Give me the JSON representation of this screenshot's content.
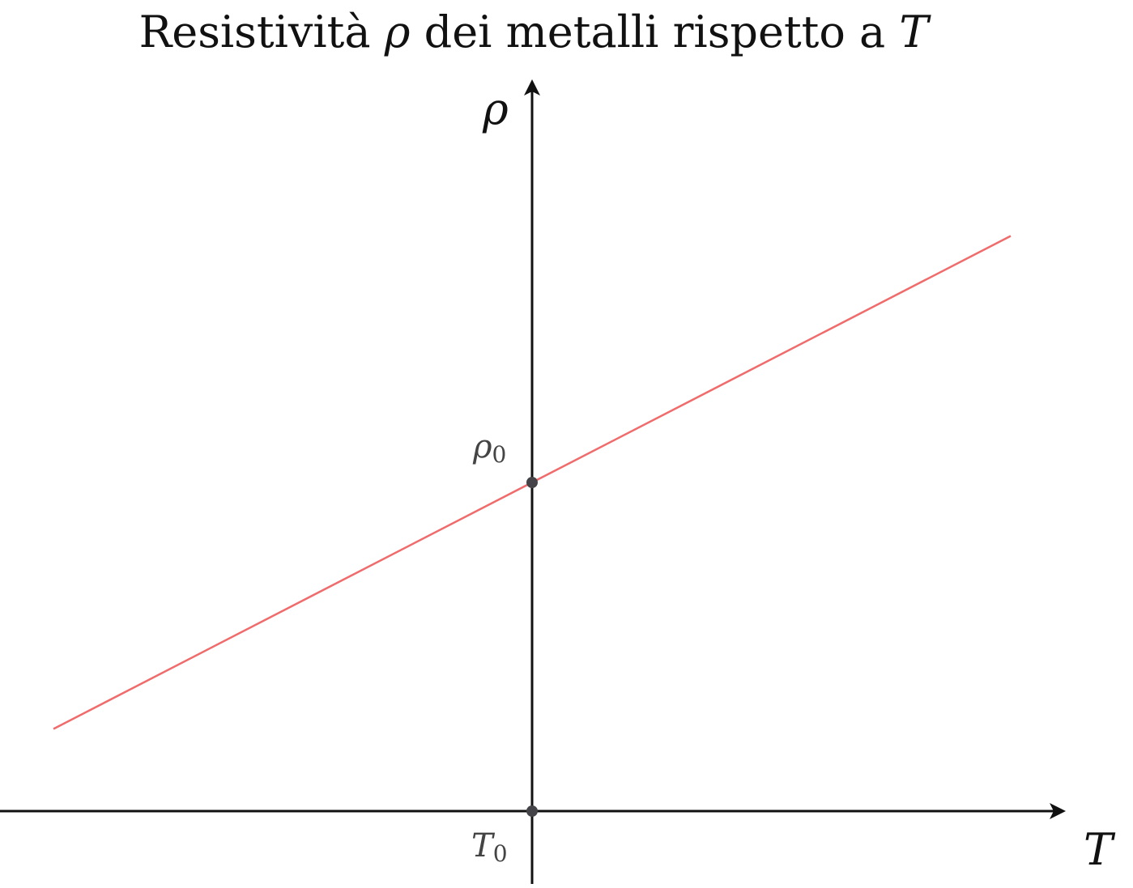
{
  "title": {
    "text": "Resistività",
    "symbol": "ρ",
    "middle": "dei metalli rispetto a",
    "variable": "T"
  },
  "axes": {
    "x_label": "T",
    "y_label": "ρ"
  },
  "points": {
    "origin_label": "T",
    "origin_subscript": "0",
    "intercept_label": "ρ",
    "intercept_subscript": "0"
  },
  "colors": {
    "line": "#f06b6b",
    "axes": "#111111",
    "points": "#444448"
  },
  "chart_data": {
    "type": "line",
    "series": [
      {
        "x": [
          -1.0,
          1.0
        ],
        "y": [
          0.25,
          1.75
        ]
      }
    ],
    "intercept": 1.0,
    "slope": 0.75,
    "xlim": [
      -1.1,
      1.1
    ],
    "ylim": [
      0.0,
      2.2
    ],
    "grid": false
  }
}
